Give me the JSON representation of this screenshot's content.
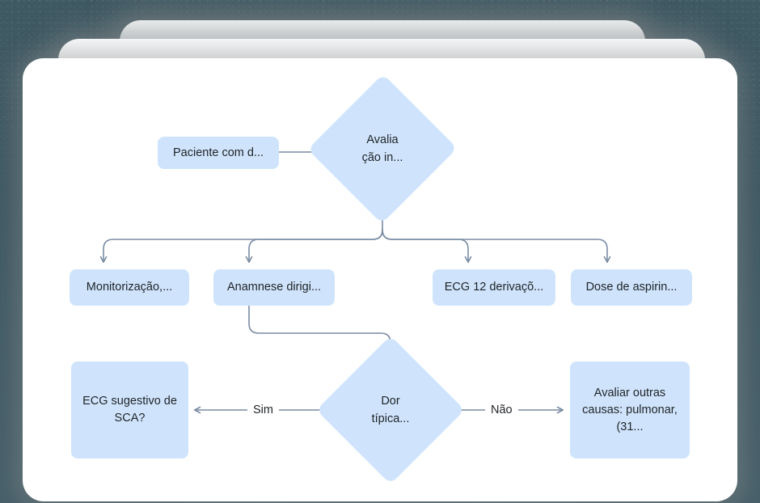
{
  "background": {
    "color": "#46606a",
    "shadow_color": "#7e8486"
  },
  "cards": {
    "count": 3,
    "fill": "#ffffff",
    "labels": {
      "back": "card-layer-back",
      "middle": "card-layer-middle",
      "front": "card-layer-front"
    }
  },
  "theme": {
    "node_fill": "#cfe4fc",
    "node_text": "#1f2326",
    "edge_color": "#7a8ca3",
    "canvas": "#ffffff"
  },
  "diagram": {
    "type": "flowchart",
    "title": "",
    "nodes": [
      {
        "id": "n1",
        "shape": "rect",
        "label": "Paciente com d..."
      },
      {
        "id": "n2",
        "shape": "diamond",
        "label": "Avalia\nção in..."
      },
      {
        "id": "n3",
        "shape": "rect",
        "label": "Monitorização,..."
      },
      {
        "id": "n4",
        "shape": "rect",
        "label": "Anamnese dirigi..."
      },
      {
        "id": "n5",
        "shape": "rect",
        "label": "ECG 12 derivaçõ..."
      },
      {
        "id": "n6",
        "shape": "rect",
        "label": "Dose de aspirin..."
      },
      {
        "id": "n7",
        "shape": "rect",
        "label": "ECG sugestivo de SCA?"
      },
      {
        "id": "n8",
        "shape": "diamond",
        "label": "Dor\ntípica..."
      },
      {
        "id": "n9",
        "shape": "rect",
        "label": "Avaliar outras causas: pulmonar, (31..."
      }
    ],
    "edges": [
      {
        "from": "n1",
        "to": "n2",
        "label": ""
      },
      {
        "from": "n2",
        "to": "n3",
        "label": ""
      },
      {
        "from": "n2",
        "to": "n4",
        "label": ""
      },
      {
        "from": "n2",
        "to": "n5",
        "label": ""
      },
      {
        "from": "n2",
        "to": "n6",
        "label": ""
      },
      {
        "from": "n4",
        "to": "n8",
        "label": ""
      },
      {
        "from": "n8",
        "to": "n7",
        "label": "Sim"
      },
      {
        "from": "n8",
        "to": "n9",
        "label": "Não"
      }
    ],
    "edge_labels": {
      "yes": "Sim",
      "no": "Não"
    }
  }
}
